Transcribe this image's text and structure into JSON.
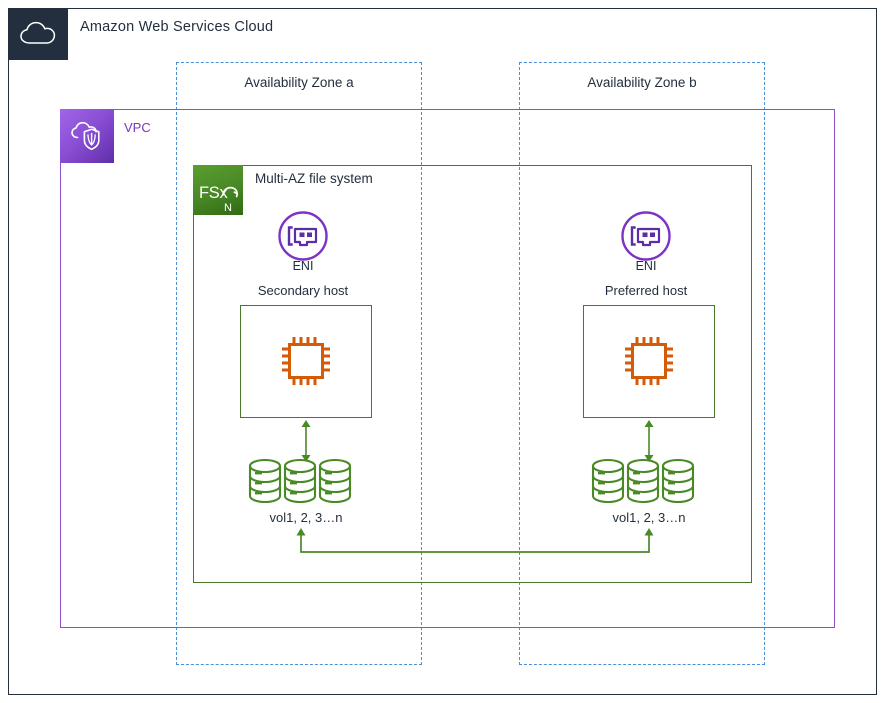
{
  "diagram": {
    "cloud": {
      "title": "Amazon Web Services Cloud",
      "icon": "aws-cloud-icon"
    },
    "availability_zones": [
      {
        "label": "Availability Zone a"
      },
      {
        "label": "Availability Zone b"
      }
    ],
    "vpc": {
      "label": "VPC",
      "icon": "vpc-icon"
    },
    "file_system": {
      "title": "Multi-AZ file system",
      "icon": "fsx-netapp-ontap-icon",
      "icon_text": "FSx",
      "icon_subtext": "N"
    },
    "zones": [
      {
        "eni_label": "ENI",
        "eni_icon": "eni-network-interface-icon",
        "host_label": "Secondary host",
        "host_icon": "cpu-chip-icon",
        "volumes_label": "vol1, 2, 3…n",
        "volumes_icon": "storage-volumes-icon",
        "volume_count": 3
      },
      {
        "eni_label": "ENI",
        "eni_icon": "eni-network-interface-icon",
        "host_label": "Preferred host",
        "host_icon": "cpu-chip-icon",
        "volumes_label": "vol1, 2, 3…n",
        "volumes_icon": "storage-volumes-icon",
        "volume_count": 3
      }
    ],
    "connectors": {
      "host_to_volumes_icon": "bidirectional-vertical-arrow",
      "replication_icon": "bidirectional-replication-connector"
    },
    "colors": {
      "aws_navy": "#232f3e",
      "az_blue": "#4a90d9",
      "vpc_purple": "#8c4fce",
      "vpc_label_purple": "#7d33c4",
      "fsx_green": "#4a7729",
      "volume_green": "#4a8a26",
      "cpu_orange": "#d45b07",
      "eni_purple": "#7d33c4"
    }
  }
}
